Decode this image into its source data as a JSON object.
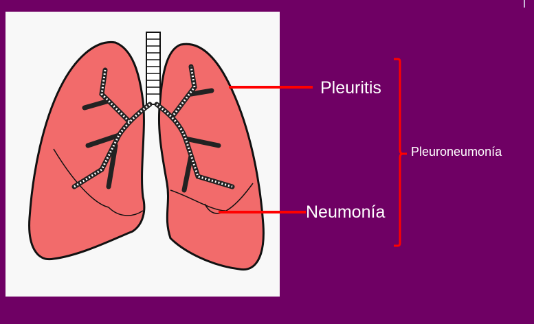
{
  "labels": {
    "pleuritis": "Pleuritis",
    "neumonia": "Neumonía",
    "pleuroneumonia": "Pleuroneumonía"
  },
  "colors": {
    "background": "#6f0064",
    "pointer_lines": "#ff0000",
    "lung_fill": "#f26b6b",
    "text": "#ffffff"
  }
}
